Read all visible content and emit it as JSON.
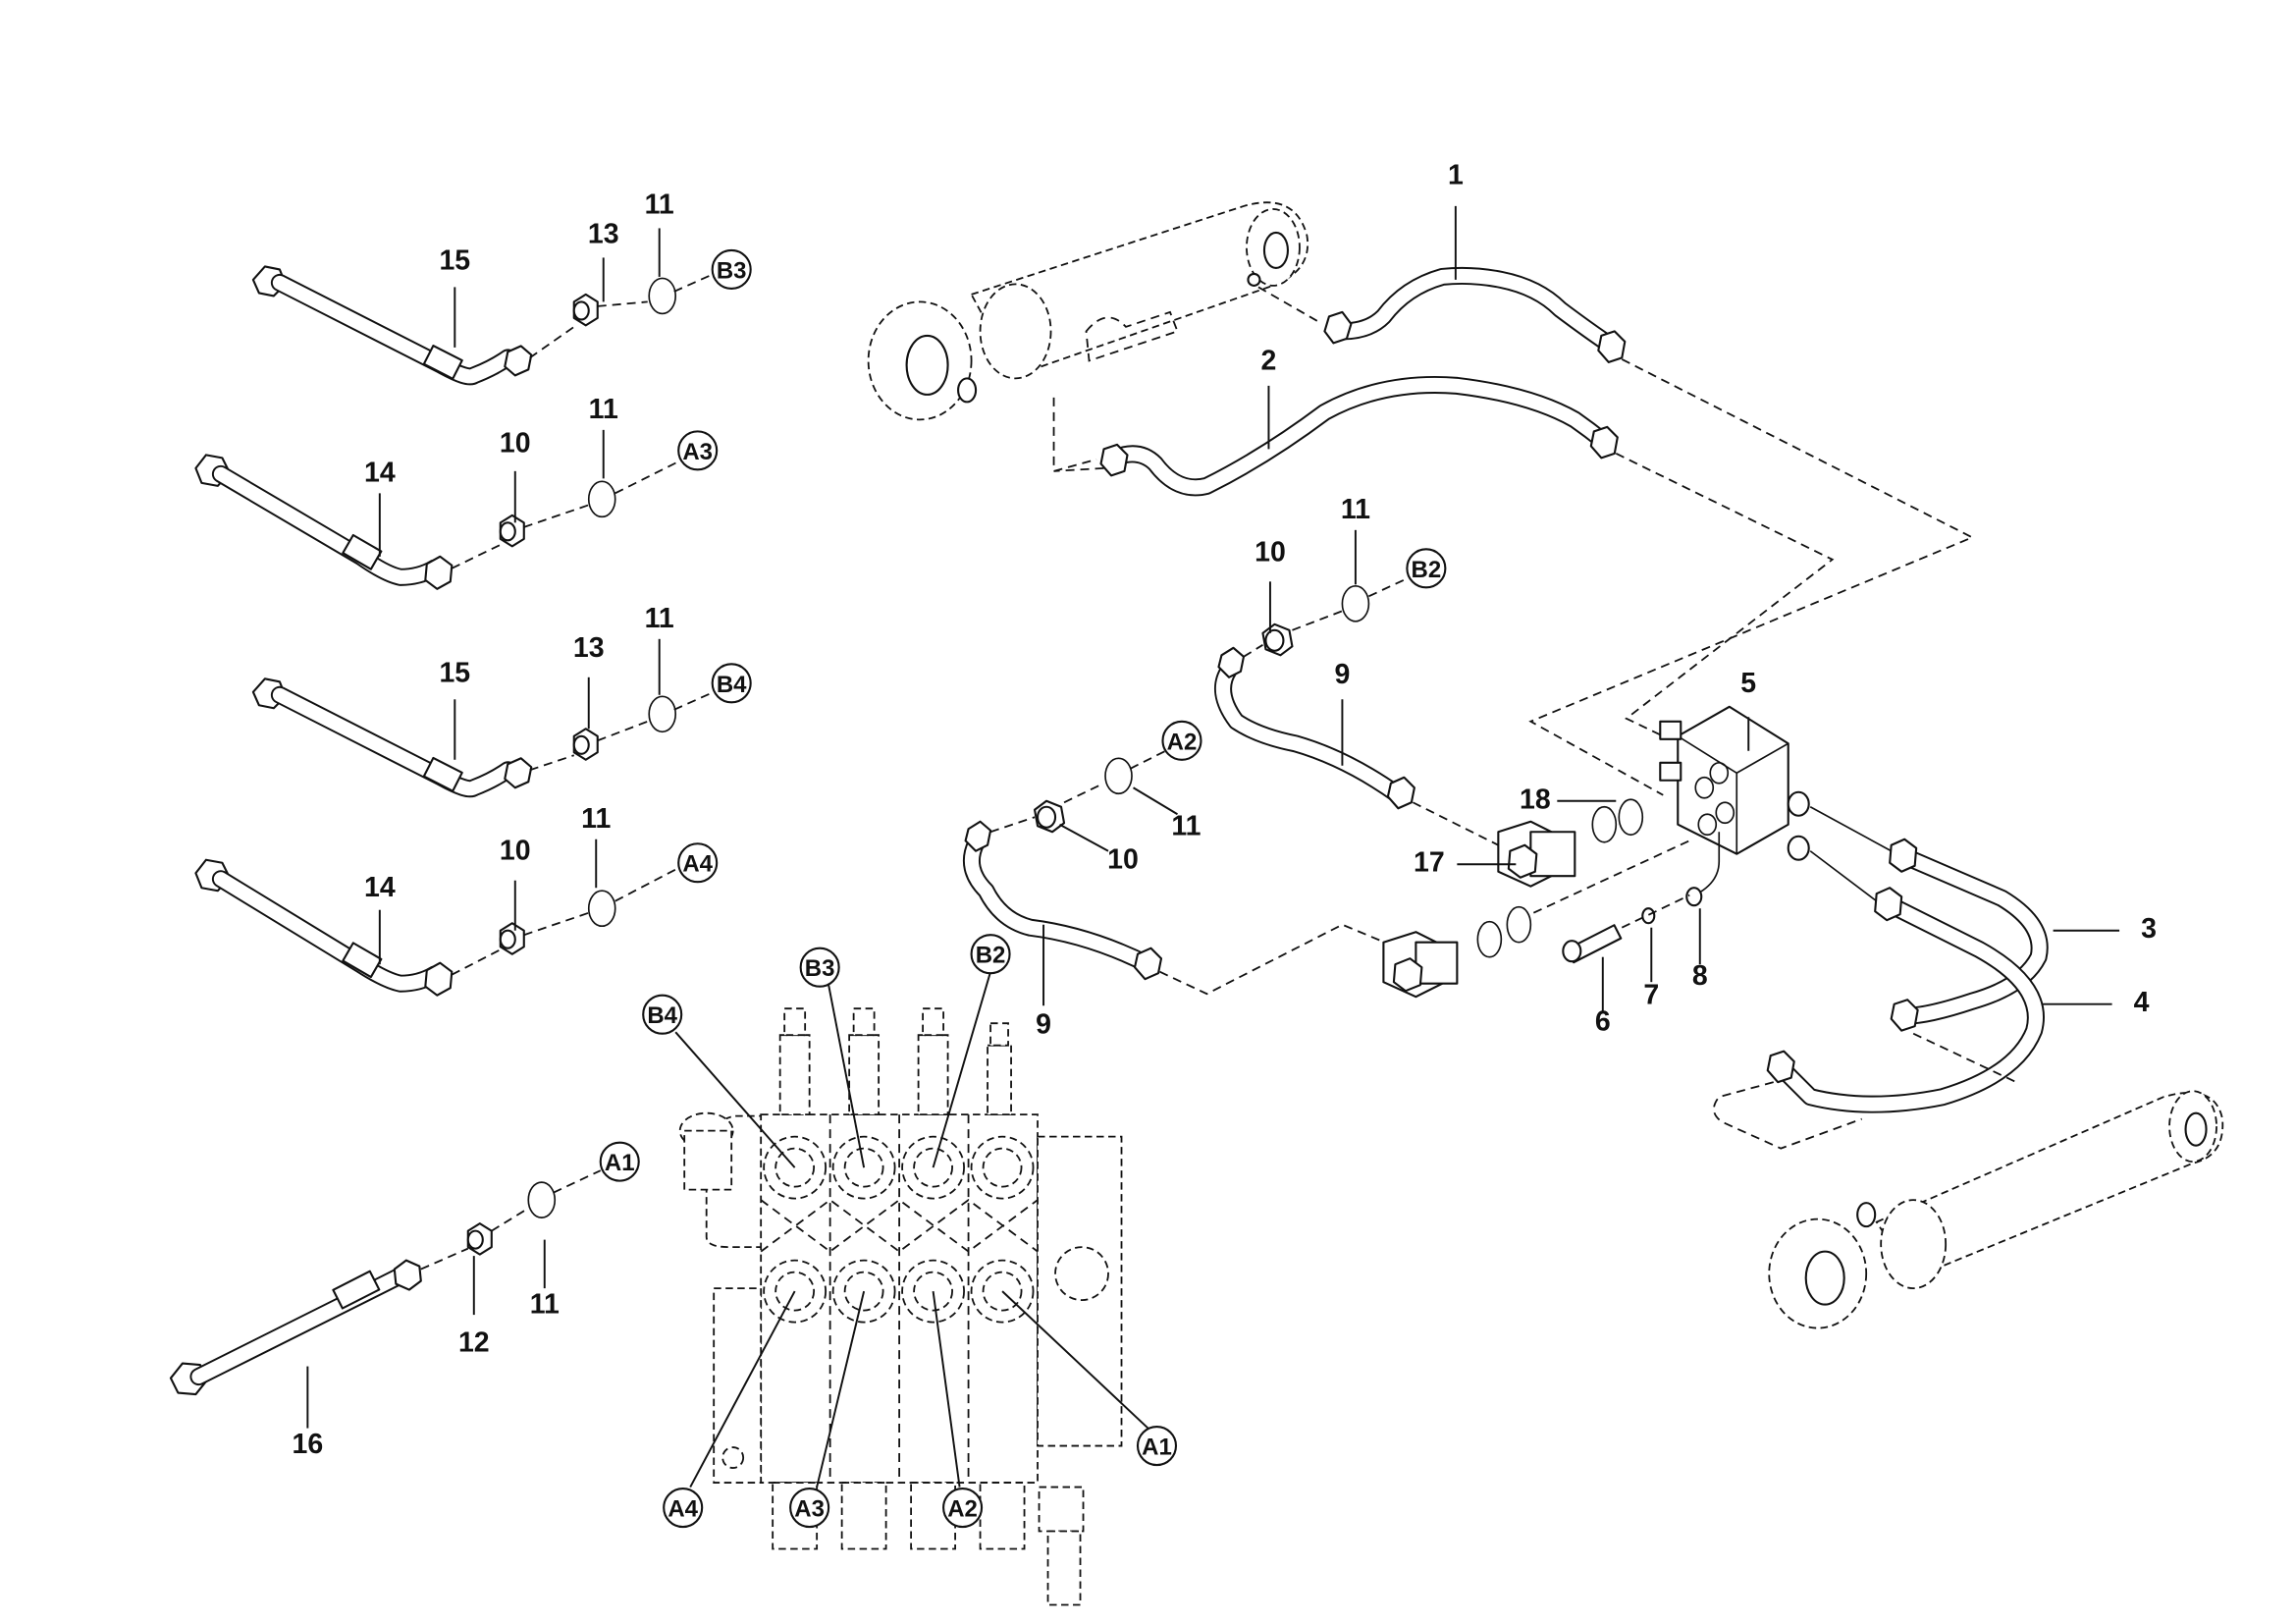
{
  "title": "Hydraulic hose and fitting exploded parts diagram",
  "callouts": [
    {
      "id": "c1",
      "label": "1"
    },
    {
      "id": "c2",
      "label": "2"
    },
    {
      "id": "c3",
      "label": "3"
    },
    {
      "id": "c4",
      "label": "4"
    },
    {
      "id": "c5",
      "label": "5"
    },
    {
      "id": "c6",
      "label": "6"
    },
    {
      "id": "c7",
      "label": "7"
    },
    {
      "id": "c8",
      "label": "8"
    },
    {
      "id": "c9a",
      "label": "9"
    },
    {
      "id": "c9b",
      "label": "9"
    },
    {
      "id": "c10a",
      "label": "10"
    },
    {
      "id": "c10b",
      "label": "10"
    },
    {
      "id": "c10c",
      "label": "10"
    },
    {
      "id": "c10d",
      "label": "10"
    },
    {
      "id": "c11a",
      "label": "11"
    },
    {
      "id": "c11b",
      "label": "11"
    },
    {
      "id": "c11c",
      "label": "11"
    },
    {
      "id": "c11d",
      "label": "11"
    },
    {
      "id": "c11e",
      "label": "11"
    },
    {
      "id": "c11f",
      "label": "11"
    },
    {
      "id": "c11g",
      "label": "11"
    },
    {
      "id": "c12",
      "label": "12"
    },
    {
      "id": "c13a",
      "label": "13"
    },
    {
      "id": "c13b",
      "label": "13"
    },
    {
      "id": "c14a",
      "label": "14"
    },
    {
      "id": "c14b",
      "label": "14"
    },
    {
      "id": "c15a",
      "label": "15"
    },
    {
      "id": "c15b",
      "label": "15"
    },
    {
      "id": "c16",
      "label": "16"
    },
    {
      "id": "c17",
      "label": "17"
    },
    {
      "id": "c18",
      "label": "18"
    }
  ],
  "ports": [
    {
      "id": "pB3",
      "label": "B3"
    },
    {
      "id": "pA3",
      "label": "A3"
    },
    {
      "id": "pB4",
      "label": "B4"
    },
    {
      "id": "pA4",
      "label": "A4"
    },
    {
      "id": "pA1",
      "label": "A1"
    },
    {
      "id": "pB2",
      "label": "B2"
    },
    {
      "id": "pA2",
      "label": "A2"
    },
    {
      "id": "vB4",
      "label": "B4"
    },
    {
      "id": "vB3",
      "label": "B3"
    },
    {
      "id": "vB2",
      "label": "B2"
    },
    {
      "id": "vA4",
      "label": "A4"
    },
    {
      "id": "vA3",
      "label": "A3"
    },
    {
      "id": "vA2",
      "label": "A2"
    },
    {
      "id": "vA1",
      "label": "A1"
    }
  ]
}
